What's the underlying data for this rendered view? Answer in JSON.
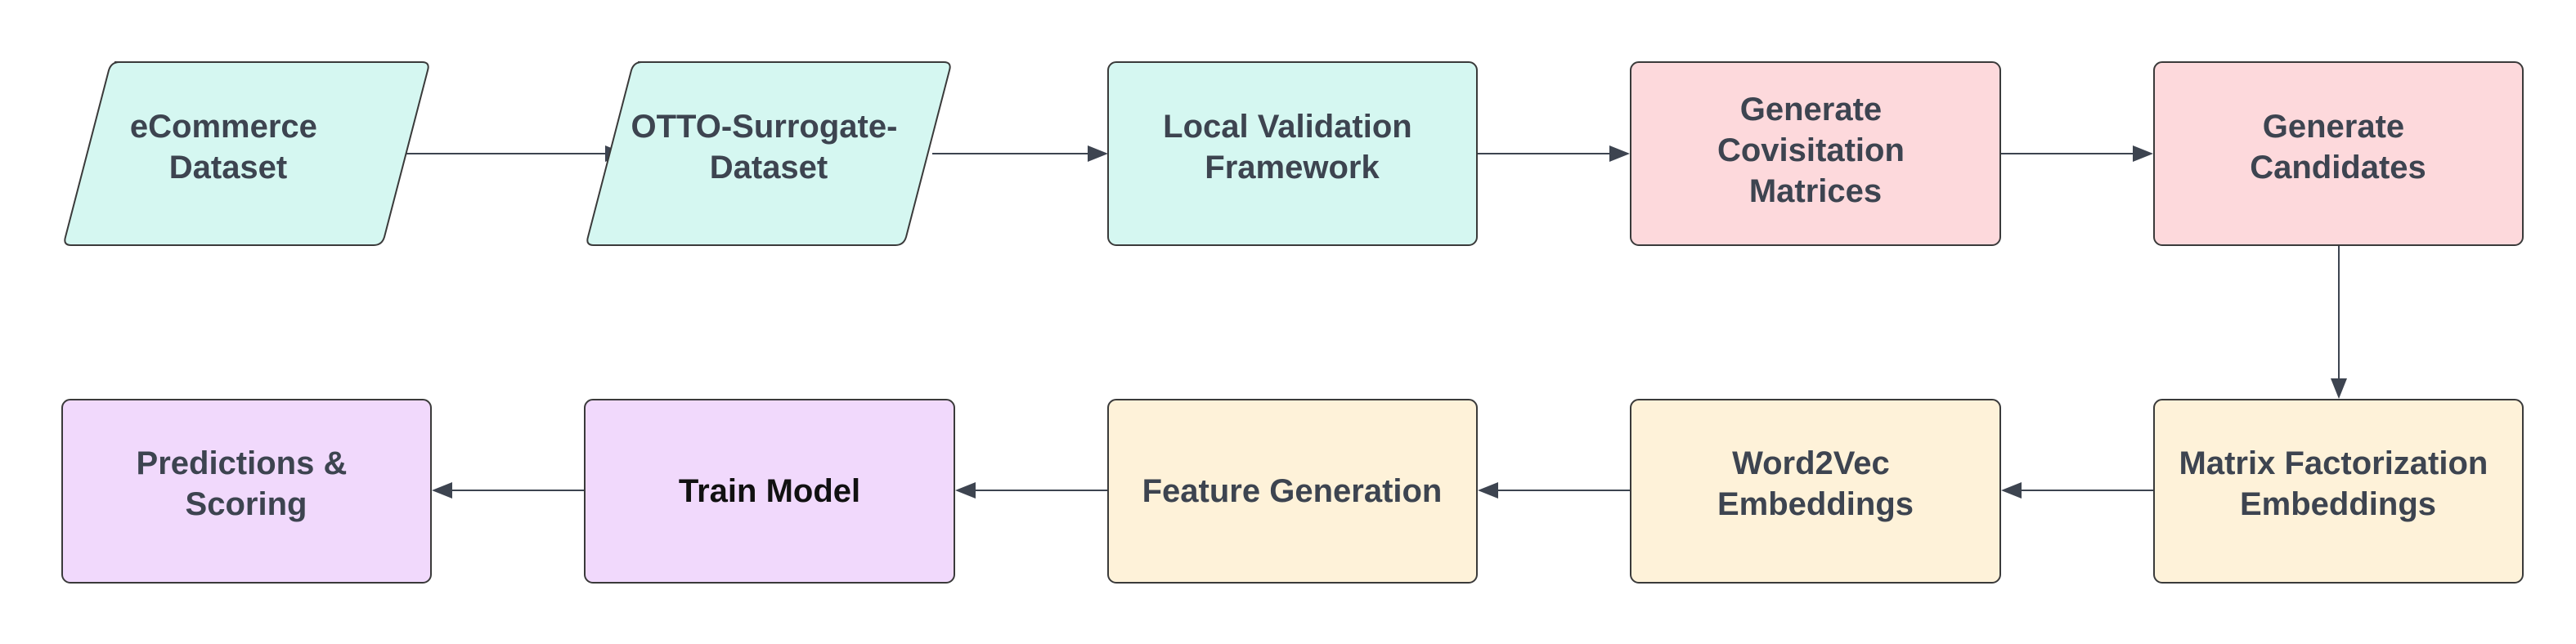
{
  "colors": {
    "teal_fill": "#d5f7f1",
    "pink_fill": "#fdd9dc",
    "yellow_fill": "#fef2d9",
    "purple_fill": "#f1d9fc",
    "stroke": "#3a3a3a",
    "text": "#3d4450",
    "text_dark": "#111111",
    "arrow": "#3d4450"
  },
  "nodes": {
    "ecommerce_dataset": {
      "lines": [
        "eCommerce",
        "Dataset"
      ]
    },
    "otto_surrogate_dataset": {
      "lines": [
        "OTTO-Surrogate-",
        "Dataset"
      ]
    },
    "local_validation": {
      "lines": [
        "Local Validation",
        "Framework"
      ]
    },
    "covisitation": {
      "lines": [
        "Generate",
        "Covisitation",
        "Matrices"
      ]
    },
    "candidates": {
      "lines": [
        "Generate",
        "Candidates"
      ]
    },
    "matrix_factorization": {
      "lines": [
        "Matrix Factorization",
        "Embeddings"
      ]
    },
    "word2vec": {
      "lines": [
        "Word2Vec",
        "Embeddings"
      ]
    },
    "feature_generation": {
      "lines": [
        "Feature Generation"
      ]
    },
    "train_model": {
      "lines": [
        "Train Model"
      ]
    },
    "predictions": {
      "lines": [
        "Predictions &",
        "Scoring"
      ]
    }
  }
}
